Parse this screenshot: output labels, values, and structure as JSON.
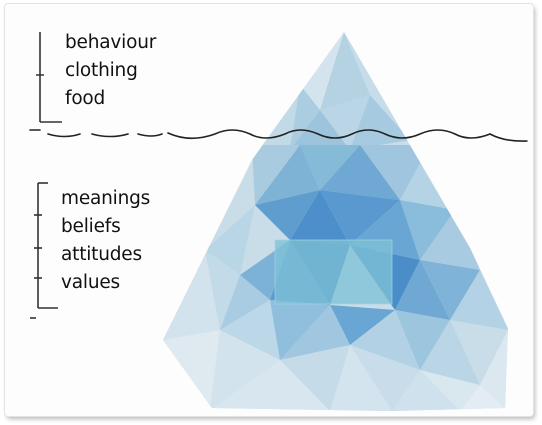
{
  "above_surface": {
    "items": [
      "behaviour",
      "clothing",
      "food"
    ]
  },
  "below_surface": {
    "items": [
      "meanings",
      "beliefs",
      "attitudes",
      "values"
    ]
  },
  "colors": {
    "ice_light": "#c9dde9",
    "ice_mid": "#8fc0db",
    "ice_deep": "#3f84c4",
    "water_line": "#222222"
  }
}
